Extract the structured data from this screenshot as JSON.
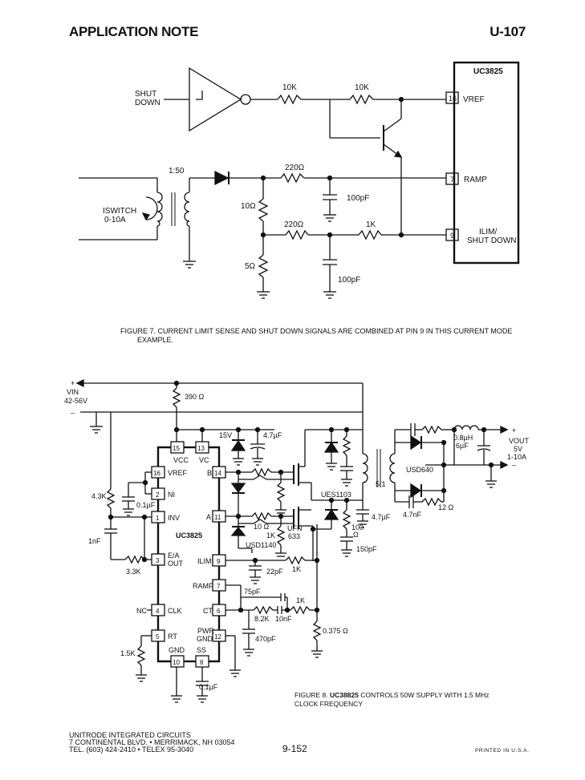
{
  "header": {
    "left": "APPLICATION NOTE",
    "right": "U-107"
  },
  "fig7": {
    "chip": "UC3825",
    "shutdown": [
      "SHUT",
      "DOWN"
    ],
    "r1": "10K",
    "r2": "10K",
    "pin16": "16",
    "vref": "VREF",
    "pin7": "7",
    "ramp": "RAMP",
    "pin9": "9",
    "ilim": "ILIM/",
    "shutdown_pin": "SHUT DOWN",
    "ratio": "1:50",
    "iswitch": "ISWITCH",
    "iswitch_range": "0-10A",
    "r220a": "220Ω",
    "r10": "10Ω",
    "c100a": "100pF",
    "r220b": "220Ω",
    "r1k": "1K",
    "r5": "5Ω",
    "c100b": "100pF",
    "caption_line1": "FIGURE 7. CURRENT LIMIT SENSE AND SHUT DOWN SIGNALS ARE COMBINED AT PIN 9 IN THIS CURRENT MODE",
    "caption_line2": "EXAMPLE."
  },
  "fig8": {
    "vin": "VIN",
    "vin_range": "42-56V",
    "plus": "+",
    "minus": "–",
    "r390": "390 Ω",
    "z15": "15V",
    "c47a": "4.7µF",
    "p15": "15",
    "p13": "13",
    "vcc": "VCC",
    "vc": "VC",
    "p16": "16",
    "vref": "VREF",
    "p2": "2",
    "ni": "NI",
    "p1": "1",
    "inv": "INV",
    "p3": "3",
    "ea": "E/A",
    "out": "OUT",
    "p4": "4",
    "clk": "CLK",
    "nc": "NC",
    "p5": "5",
    "rt": "RT",
    "p10": "10",
    "gnd": "GND",
    "p8": "8",
    "ss": "SS",
    "p14": "14",
    "b": "B",
    "p11": "11",
    "a": "A",
    "p9": "9",
    "ilim": "ILIM",
    "p7": "7",
    "ramp": "RAMP",
    "p6": "6",
    "ct": "CT",
    "p12": "12",
    "pwr": "PWR",
    "pwr_gnd": "GND",
    "r43k": "4.3K",
    "c01a": "0.1µF",
    "c1n": "1nF",
    "r33k": "3.3K",
    "r15k": "1.5K",
    "chip": "UC3825",
    "r10": "10 Ω",
    "r1ka": "1K",
    "ufn": "UFN",
    "ufn_num": "633",
    "usd1140": "USD1140",
    "c22p": "22pF",
    "r1kb": "1K",
    "c75p": "75pF",
    "r1kc": "1K",
    "r82k": "8.2K",
    "c10n": "10nF",
    "c470p": "470pF",
    "r0375": "0.375 Ω",
    "c01b": "0.1µF",
    "ues": "UES1103",
    "c47b": "4.7µF",
    "r100": "100",
    "ohm": "Ω",
    "c150p": "150pF",
    "ratio": "5:1",
    "l08": "0.8µH",
    "c6u": "6µF",
    "usd640": "USD640",
    "c47n": "4.7nF",
    "r12": "12 Ω",
    "vout": "VOUT",
    "vout_v": "5V",
    "vout_i": "1-10A",
    "caption_prefix": "FIGURE 8. ",
    "caption_bold": "UC38825",
    "caption_rest": " CONTROLS 50W SUPPLY WITH 1.5 MHz",
    "caption_line2": "CLOCK FREQUENCY"
  },
  "footer": {
    "line1": "UNITRODE INTEGRATED CIRCUITS",
    "line2": "7 CONTINENTAL BLVD. • MERRIMACK, NH 03054",
    "line3": "TEL. (603) 424-2410 • TELEX 95-3040",
    "page": "9-152",
    "printed": "PRINTED IN U.S.A."
  }
}
